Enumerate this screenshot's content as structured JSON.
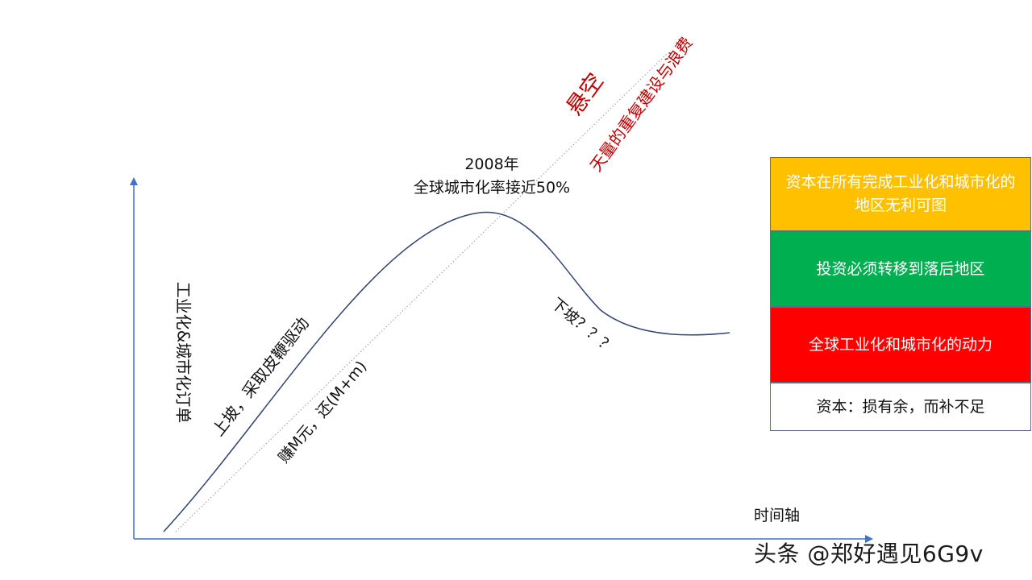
{
  "labels": {
    "peak_year": "2008年",
    "peak_rate": "全球城市化率接近50%",
    "suspended": "悬空",
    "waste": "天量的重复建设与浪费",
    "orders": "工业化&城市化订单",
    "uphill": "上坡，采取皮鞭驱动",
    "earn": "赚M元，还(M+m)",
    "downhill": "下坡？？？",
    "time_axis": "时间轴"
  },
  "panel": [
    "资本在所有完成工业化和城市化的地区无利可图",
    "投资必须转移到落后地区",
    "全球工业化和城市化的动力",
    "资本：损有余，而补不足"
  ],
  "watermark": "头条 @郑好遇见6G9v",
  "colors": {
    "axis": "#4472C4",
    "curve": "#2F4470",
    "accent_red": "#C00000",
    "box_yellow": "#FFC000",
    "box_green": "#00B050",
    "box_red": "#FF0000"
  }
}
